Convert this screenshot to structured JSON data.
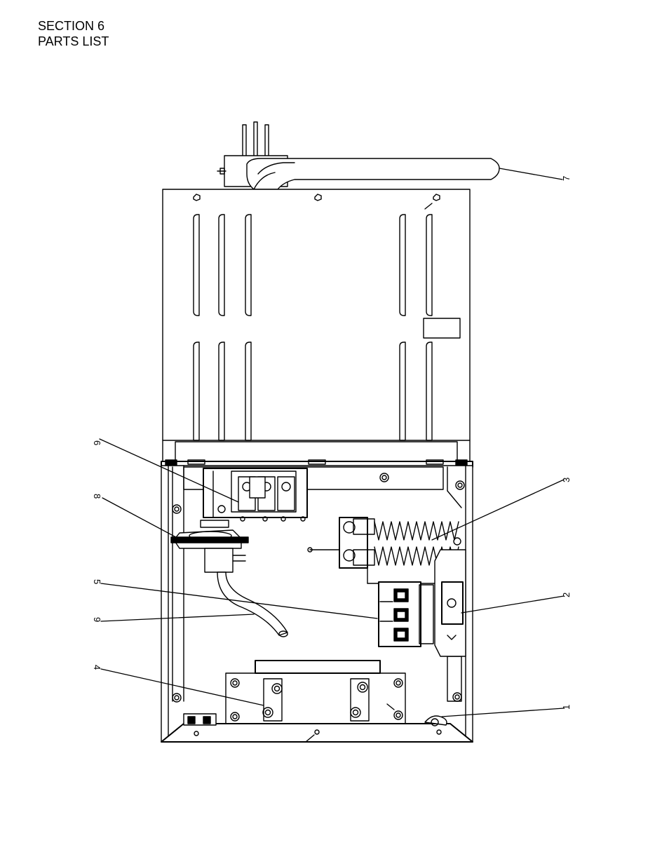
{
  "header": {
    "section": "SECTION 6",
    "title": "PARTS LIST"
  },
  "callouts": [
    {
      "id": "c1",
      "label": "1"
    },
    {
      "id": "c2",
      "label": "2"
    },
    {
      "id": "c3",
      "label": "3"
    },
    {
      "id": "c4",
      "label": "4"
    },
    {
      "id": "c5",
      "label": "5"
    },
    {
      "id": "c6",
      "label": "6"
    },
    {
      "id": "c7",
      "label": "7"
    },
    {
      "id": "c8",
      "label": "8"
    },
    {
      "id": "c9",
      "label": "9"
    }
  ]
}
